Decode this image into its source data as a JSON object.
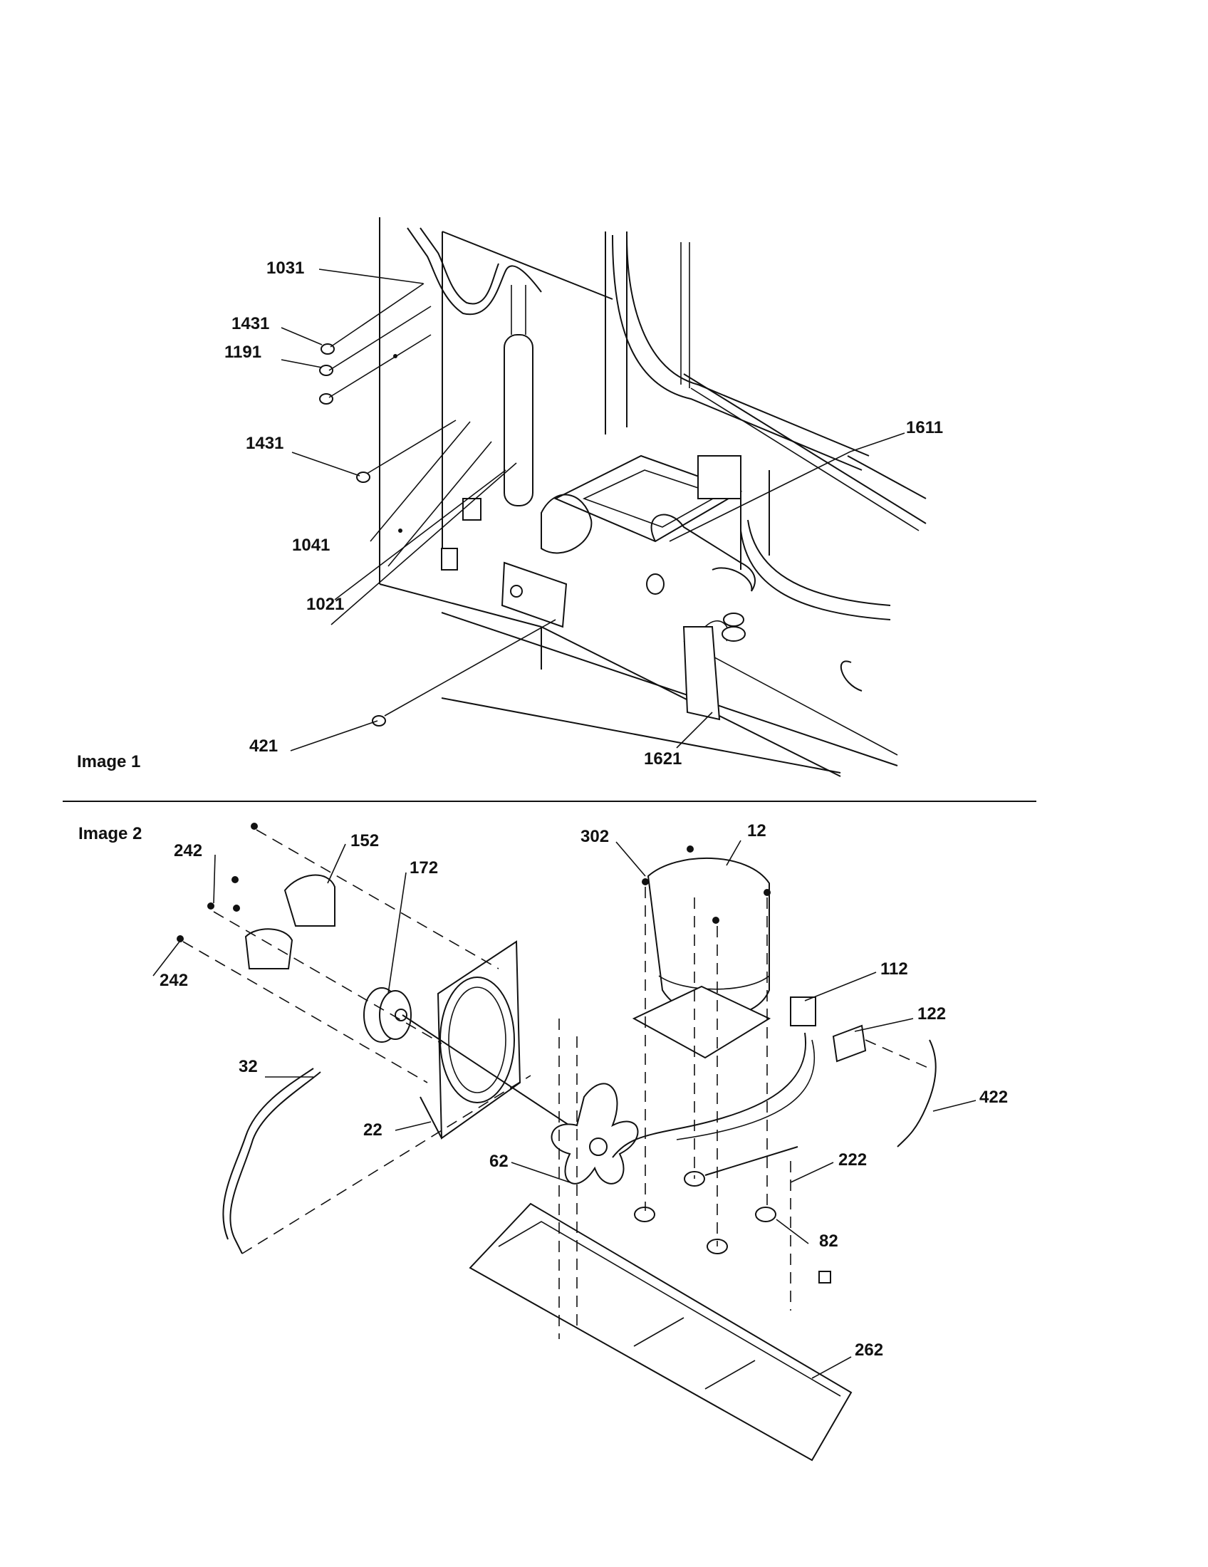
{
  "sections": {
    "image1": "Image 1",
    "image2": "Image 2"
  },
  "callouts": {
    "c1031": "1031",
    "c1431a": "1431",
    "c1191": "1191",
    "c1431b": "1431",
    "c1041": "1041",
    "c1021": "1021",
    "c1611": "1611",
    "c421": "421",
    "c1621": "1621",
    "c152": "152",
    "c242a": "242",
    "c172": "172",
    "c242b": "242",
    "c302": "302",
    "c12": "12",
    "c112": "112",
    "c122": "122",
    "c422": "422",
    "c32": "32",
    "c22": "22",
    "c62": "62",
    "c222": "222",
    "c82": "82",
    "c262": "262"
  }
}
